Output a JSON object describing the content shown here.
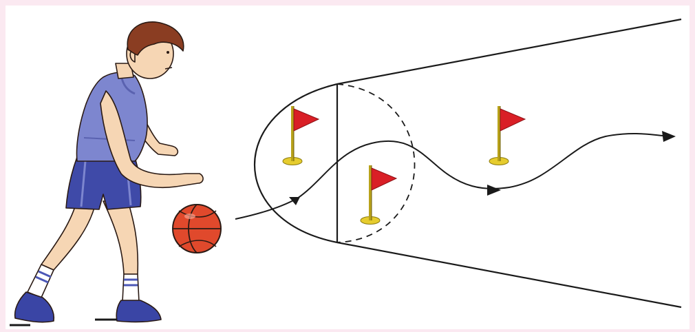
{
  "figure": {
    "subject": "dribbling drill",
    "items": [
      {
        "kind": "player",
        "name": "boy-dribbling-basketball"
      },
      {
        "kind": "ball",
        "name": "basketball"
      },
      {
        "kind": "flag",
        "name": "flag-1"
      },
      {
        "kind": "flag",
        "name": "flag-2"
      },
      {
        "kind": "flag",
        "name": "flag-3"
      }
    ]
  },
  "colors": {
    "background_border": "#fbe9f1",
    "line": "#1a1a1a",
    "flag": "#d91f26",
    "flag_pole": "#c9b41a",
    "flag_base": "#e6cc2e",
    "jersey": "#7d86cf",
    "jersey_shadow": "#5a62b0",
    "shorts": "#3f4aa8",
    "skin": "#f6d6b4",
    "hair": "#8a3d22",
    "ball": "#e0492c",
    "sock_stripe": "#4b57b6",
    "shoe": "#3a45a5"
  }
}
